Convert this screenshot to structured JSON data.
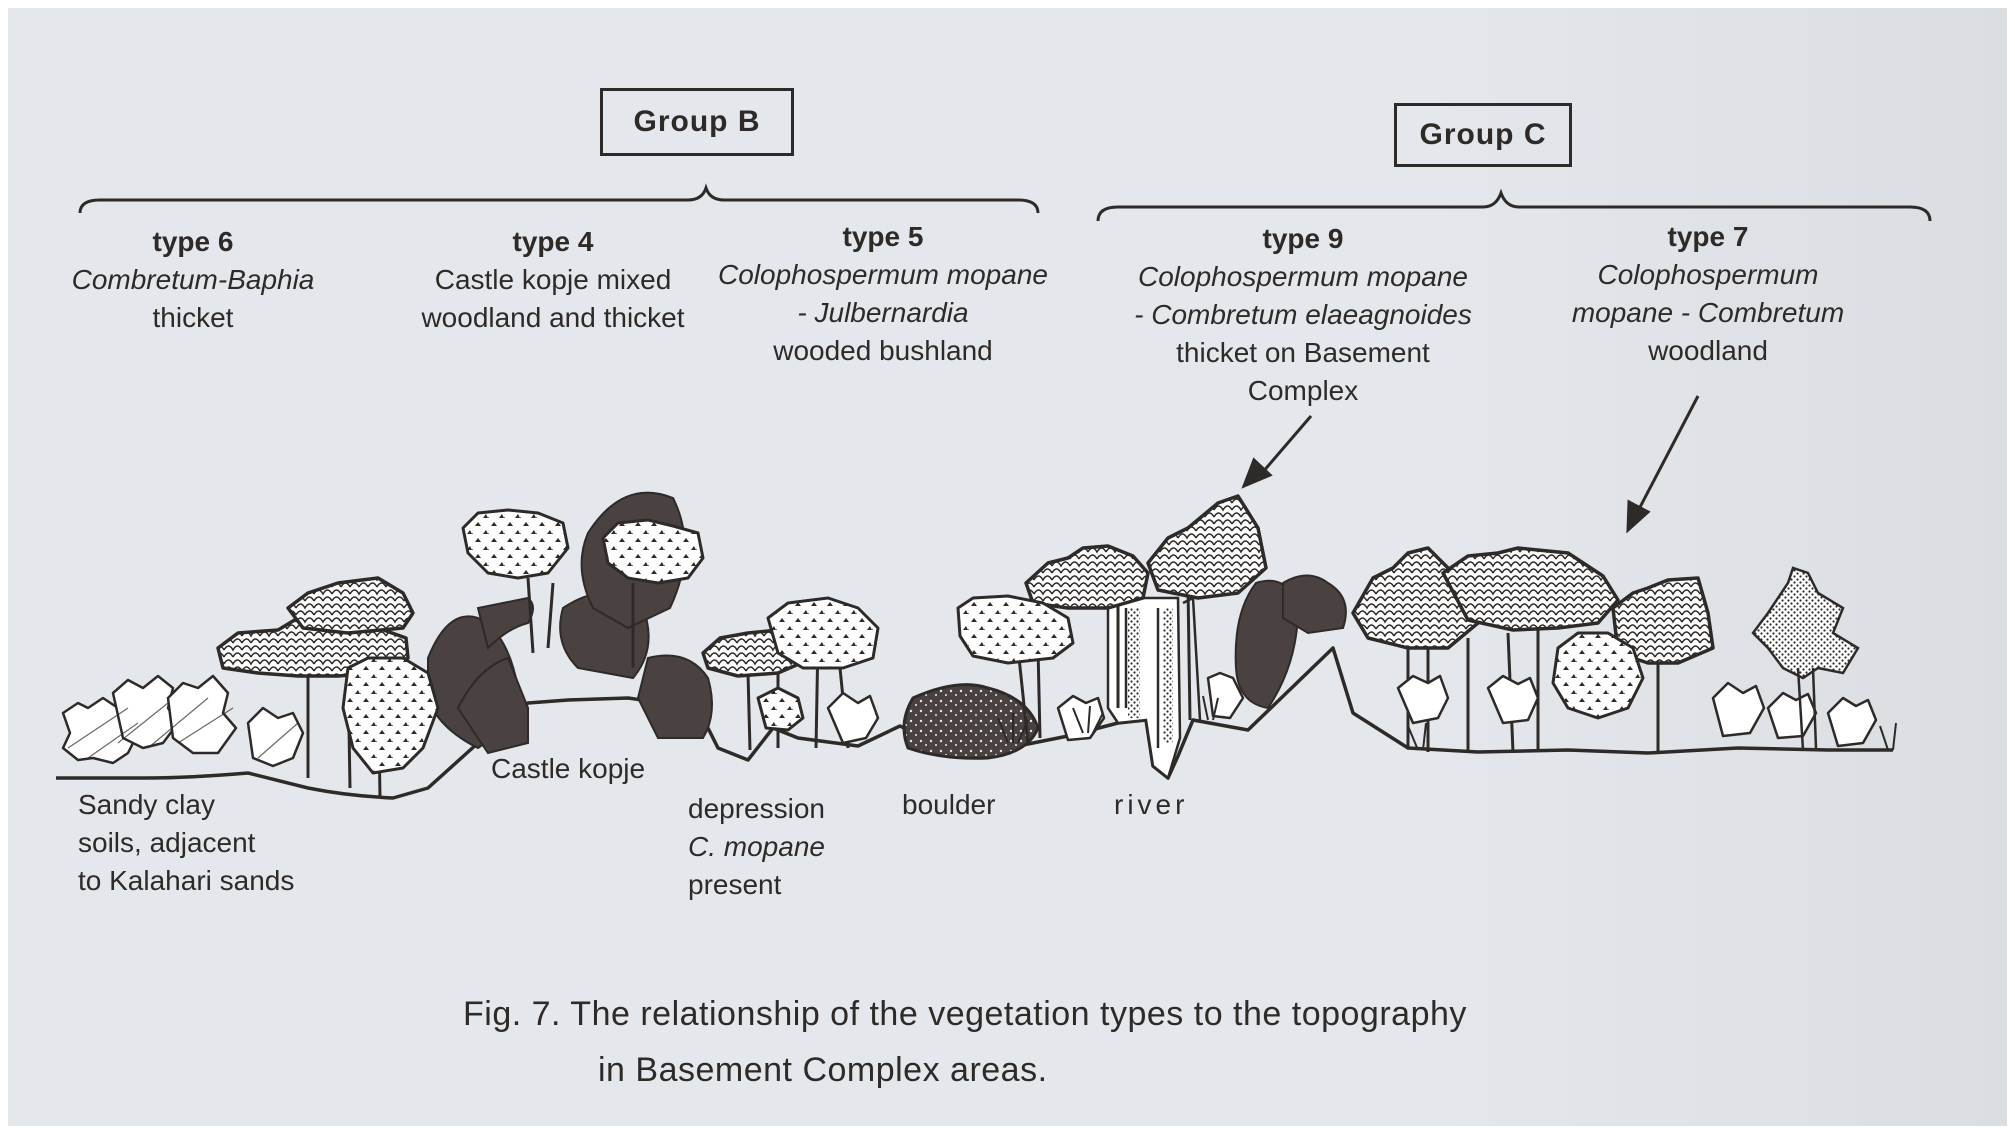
{
  "groups": {
    "b": "Group  B",
    "c": "Group  C"
  },
  "types": {
    "t6": {
      "number": "type  6",
      "lines": [
        "Combretum-Baphia",
        "thicket"
      ]
    },
    "t4": {
      "number": "type  4",
      "lines": [
        "Castle kopje mixed",
        "woodland and thicket"
      ]
    },
    "t5": {
      "number": "type  5",
      "lines": [
        "Colophospermum mopane",
        "- Julbernardia",
        "wooded bushland"
      ]
    },
    "t9": {
      "number": "type  9",
      "lines": [
        "Colophospermum  mopane",
        "- Combretum  elaeagnoides",
        "thicket on Basement",
        "Complex"
      ]
    },
    "t7": {
      "number": "type  7",
      "lines": [
        "Colophospermum",
        "mopane  - Combretum",
        "woodland"
      ]
    }
  },
  "landscape": {
    "sandy": [
      "Sandy clay",
      "soils,  adjacent",
      "to Kalahari sands"
    ],
    "kopje": "Castle kopje",
    "depression": [
      "depression",
      "C. mopane",
      "present"
    ],
    "boulder": "boulder",
    "river": "river"
  },
  "caption": {
    "line1": "Fig.  7.   The  relationship  of  the  vegetation  types  to  the  topography",
    "line2": "in  Basement  Complex  areas."
  },
  "colors": {
    "ink": "#2e2a28",
    "rock": "#4a4240",
    "paper": "#e4e8ec"
  }
}
